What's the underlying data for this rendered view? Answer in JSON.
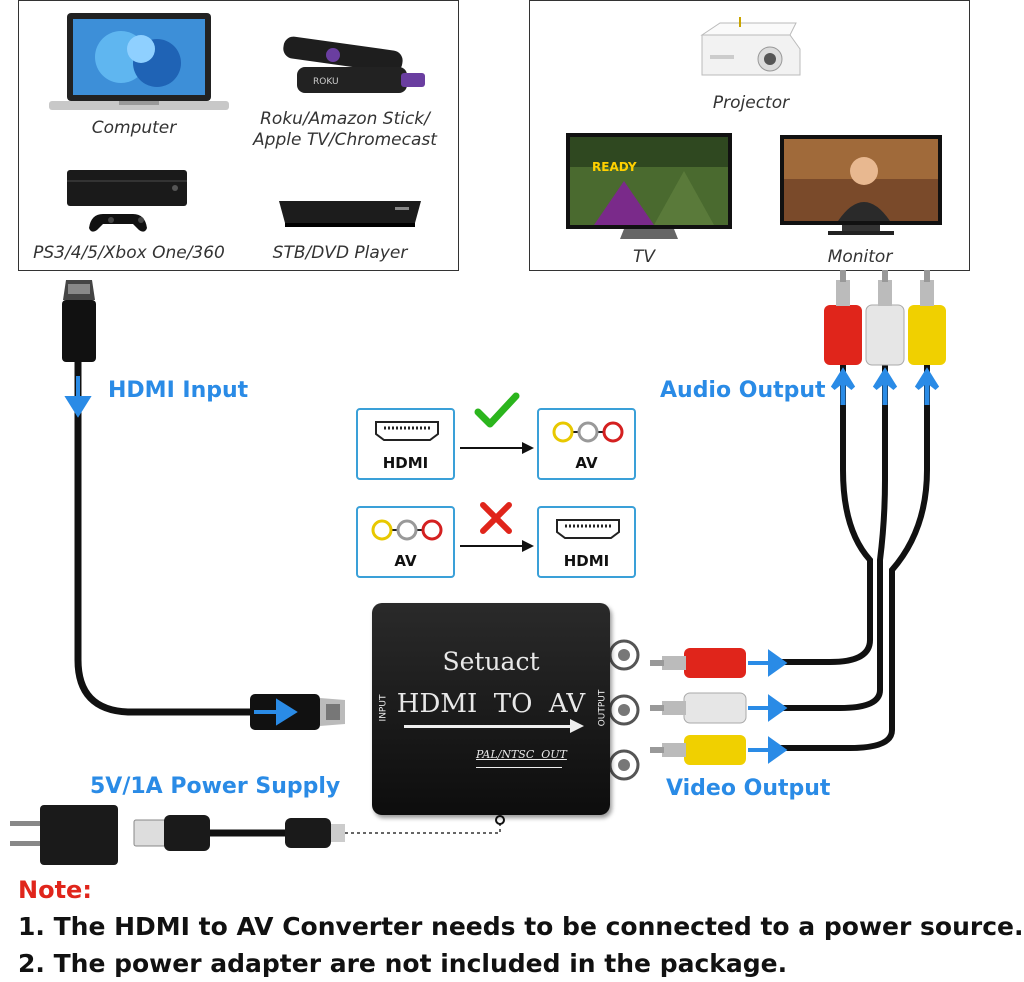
{
  "sources": {
    "computer": "Computer",
    "streaming": "Roku/Amazon Stick/\nApple TV/Chromecast",
    "console": "PS3/4/5/Xbox One/360",
    "stb": "STB/DVD Player"
  },
  "displays": {
    "projector": "Projector",
    "tv": "TV",
    "monitor": "Monitor"
  },
  "labels": {
    "hdmi_input": "HDMI Input",
    "audio_output": "Audio Output",
    "video_output": "Video Output",
    "power_supply": "5V/1A Power Supply"
  },
  "compat": {
    "hdmi": "HDMI",
    "av": "AV"
  },
  "device": {
    "brand": "Setuact",
    "model": "HDMI  TO  AV",
    "input": "INPUT",
    "output": "OUTPUT",
    "format": "PAL/NTSC  OUT"
  },
  "note": {
    "title": "Note:",
    "line1": "1. The HDMI to AV Converter needs to be connected to a power source.",
    "line2": "2. The power adapter are not included in the package."
  },
  "colors": {
    "accent_blue": "#2a8be6",
    "check_green": "#2bb51d",
    "cross_red": "#e0251b",
    "rca_red": "#e0251b",
    "rca_white": "#e6e6e6",
    "rca_yellow": "#f0d000"
  }
}
